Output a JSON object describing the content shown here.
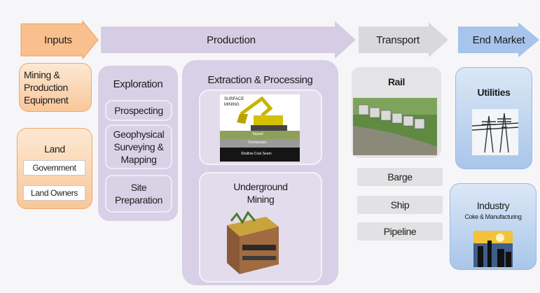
{
  "header": {
    "inputs": "Inputs",
    "production": "Production",
    "transport": "Transport",
    "end_market": "End Market"
  },
  "inputs": {
    "equipment": "Mining & Production Equipment",
    "land": {
      "title": "Land",
      "government": "Government",
      "land_owners": "Land Owners"
    }
  },
  "exploration": {
    "title": "Exploration",
    "items": [
      "Prospecting",
      "Geophysical Surveying & Mapping",
      "Site Preparation"
    ]
  },
  "extraction": {
    "title": "Extraction & Processing",
    "surface_image_text": [
      "SURFACE",
      "MINING",
      "Topsoil",
      "Overburden",
      "Shallow Coal Seam"
    ],
    "underground": "Underground Mining"
  },
  "transport": {
    "rail": "Rail",
    "items": [
      "Barge",
      "Ship",
      "Pipeline"
    ]
  },
  "end_market": {
    "utilities": "Utilities",
    "industry": "Industry",
    "industry_sub": "Coke & Manufacturing"
  },
  "colors": {
    "orange_arrow": "#f9c08e",
    "lavender_arrow": "#d6cde4",
    "grey_arrow": "#d9d9dc",
    "blue_arrow": "#a7c4ea"
  }
}
